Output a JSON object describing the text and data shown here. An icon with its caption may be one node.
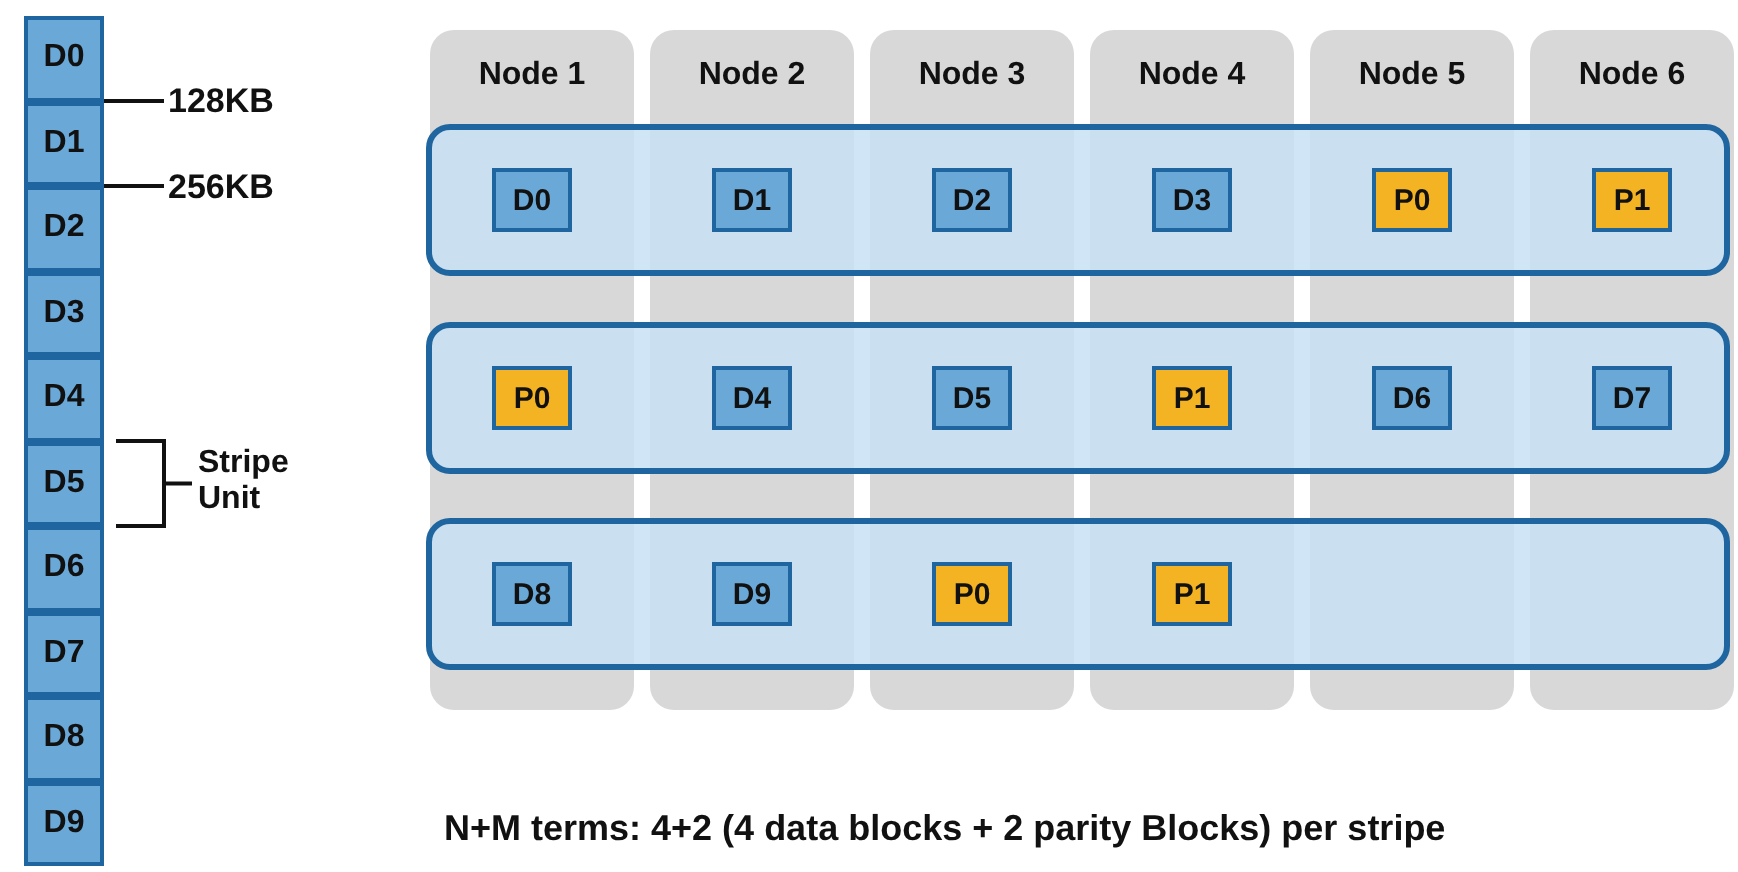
{
  "diagram": {
    "caption": "N+M terms: 4+2 (4 data blocks + 2 parity Blocks) per stripe",
    "nodes": [
      {
        "text": [
          "D0"
        ]
      },
      {
        "text": [
          "D1"
        ]
      },
      {
        "text": [
          "D2"
        ]
      },
      {
        "text": [
          "D3"
        ]
      },
      {
        "text": [
          "D4"
        ]
      },
      {
        "text": [
          "D5"
        ]
      },
      {
        "text": [
          "D6"
        ]
      },
      {
        "text": [
          "D7"
        ]
      },
      {
        "text": [
          "D8"
        ]
      },
      {
        "text": [
          "D9"
        ]
      },
      {
        "text": [
          "128KB"
        ]
      },
      {
        "text": [
          "256KB"
        ]
      },
      {
        "text": [
          "Node 1"
        ]
      },
      {
        "text": [
          "Node 2"
        ]
      },
      {
        "text": [
          "Node 3"
        ]
      },
      {
        "text": [
          "Node 4"
        ]
      },
      {
        "text": [
          "Node 5"
        ]
      },
      {
        "text": [
          "Node 6"
        ]
      },
      {
        "text": [],
        "shape": "box"
      },
      {
        "text": [],
        "shape": "box"
      },
      {
        "text": [],
        "shape": "box"
      },
      {
        "text": [
          "D0"
        ]
      },
      {
        "text": [
          "D1"
        ]
      },
      {
        "text": [
          "D2"
        ]
      },
      {
        "text": [
          "D3"
        ]
      },
      {
        "text": [
          "P0"
        ]
      },
      {
        "text": [
          "P1"
        ]
      },
      {
        "text": [
          "P0"
        ]
      },
      {
        "text": [
          "D4"
        ]
      },
      {
        "text": [
          "D5"
        ]
      },
      {
        "text": [
          "P1"
        ]
      },
      {
        "text": [
          "D6"
        ]
      },
      {
        "text": [
          "D7"
        ]
      },
      {
        "text": [
          "D8"
        ]
      },
      {
        "text": [
          "D9"
        ]
      },
      {
        "text": [
          "P0"
        ]
      },
      {
        "text": [
          "P1"
        ]
      }
    ],
    "edges": [
      {
        "from": 10,
        "to": 0,
        "arrow": "none"
      },
      {
        "from": 11,
        "to": 1,
        "arrow": "none"
      }
    ],
    "labels": [
      "Stripe Unit"
    ]
  }
}
